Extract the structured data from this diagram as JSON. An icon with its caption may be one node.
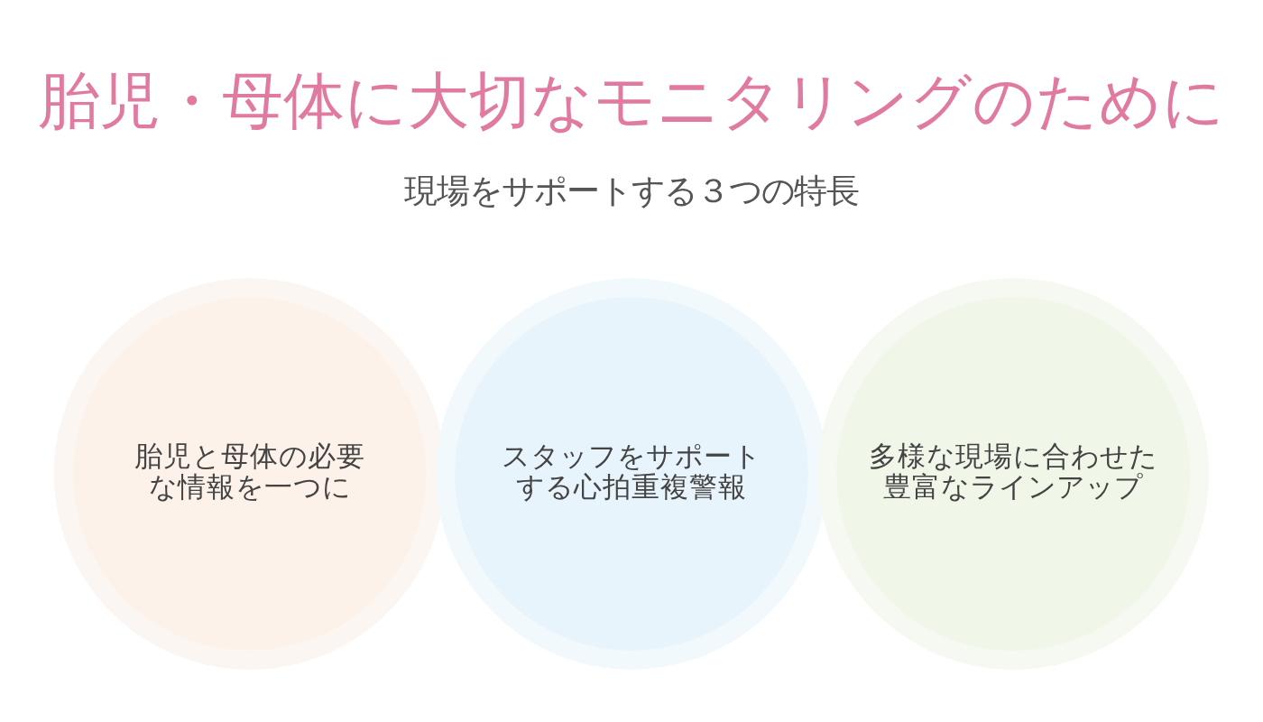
{
  "diagram": {
    "title": "胎児・母体に大切なモニタリングのために",
    "nodes": [
      {
        "text": [
          "胎児と母体の必要な情報を一つに"
        ]
      },
      {
        "text": [
          "スタッフをサポートする心拍重複警報"
        ]
      },
      {
        "text": [
          "多様な現場に合わせた豊富なラインアップ"
        ]
      }
    ],
    "labels": [
      "現場をサポートする３つの特長"
    ]
  }
}
